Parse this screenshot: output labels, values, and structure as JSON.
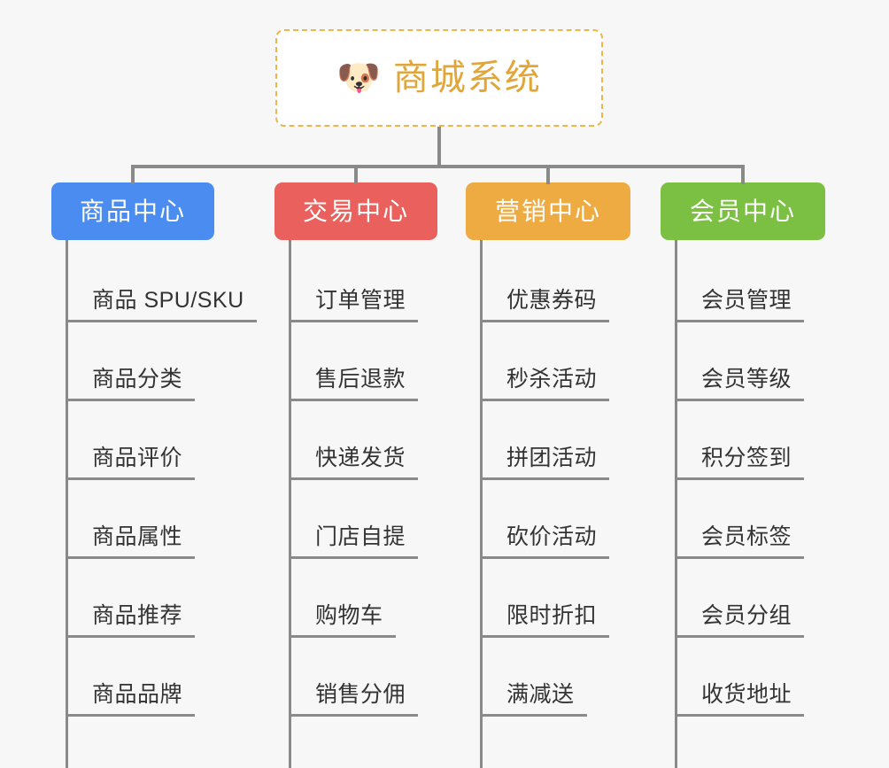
{
  "canvas": {
    "background": "#f7f7f7",
    "connector_color": "#8a8a8a"
  },
  "root": {
    "icon": "dog-face-emoji",
    "emoji": "🐶",
    "title": "商城系统",
    "text_color": "#e0a63a",
    "border_color": "#edb54a",
    "background": "#ffffff"
  },
  "branches": [
    {
      "id": "product-center",
      "label": "商品中心",
      "color": "#4a8cf0",
      "items": [
        {
          "label": "商品 SPU/SKU"
        },
        {
          "label": "商品分类"
        },
        {
          "label": "商品评价"
        },
        {
          "label": "商品属性"
        },
        {
          "label": "商品推荐"
        },
        {
          "label": "商品品牌"
        }
      ]
    },
    {
      "id": "trade-center",
      "label": "交易中心",
      "color": "#e9605c",
      "items": [
        {
          "label": "订单管理"
        },
        {
          "label": "售后退款"
        },
        {
          "label": "快递发货"
        },
        {
          "label": "门店自提"
        },
        {
          "label": "购物车"
        },
        {
          "label": "销售分佣"
        }
      ]
    },
    {
      "id": "marketing-center",
      "label": "营销中心",
      "color": "#eeab42",
      "items": [
        {
          "label": "优惠券码"
        },
        {
          "label": "秒杀活动"
        },
        {
          "label": "拼团活动"
        },
        {
          "label": "砍价活动"
        },
        {
          "label": "限时折扣"
        },
        {
          "label": "满减送"
        }
      ]
    },
    {
      "id": "member-center",
      "label": "会员中心",
      "color": "#7bc043",
      "items": [
        {
          "label": "会员管理"
        },
        {
          "label": "会员等级"
        },
        {
          "label": "积分签到"
        },
        {
          "label": "会员标签"
        },
        {
          "label": "会员分组"
        },
        {
          "label": "收货地址"
        }
      ]
    }
  ]
}
